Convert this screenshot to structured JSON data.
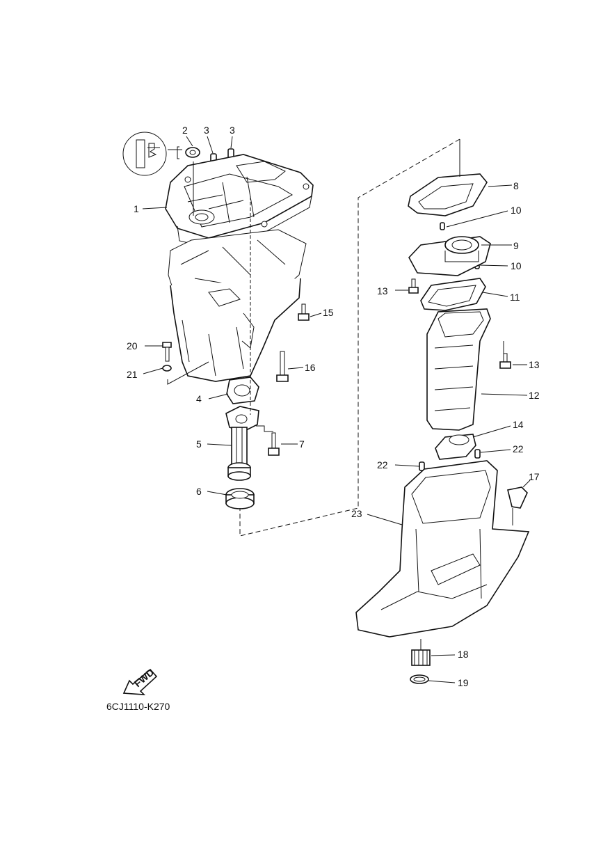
{
  "diagram": {
    "code": "6CJ1110-K270",
    "fwd_label": "FWD",
    "callouts": [
      {
        "id": "c1",
        "label": "1"
      },
      {
        "id": "c2",
        "label": "2"
      },
      {
        "id": "c3a",
        "label": "3"
      },
      {
        "id": "c3b",
        "label": "3"
      },
      {
        "id": "c4",
        "label": "4"
      },
      {
        "id": "c5",
        "label": "5"
      },
      {
        "id": "c6",
        "label": "6"
      },
      {
        "id": "c7",
        "label": "7"
      },
      {
        "id": "c8",
        "label": "8"
      },
      {
        "id": "c9",
        "label": "9"
      },
      {
        "id": "c10a",
        "label": "10"
      },
      {
        "id": "c10b",
        "label": "10"
      },
      {
        "id": "c11",
        "label": "11"
      },
      {
        "id": "c12",
        "label": "12"
      },
      {
        "id": "c13a",
        "label": "13"
      },
      {
        "id": "c13b",
        "label": "13"
      },
      {
        "id": "c14",
        "label": "14"
      },
      {
        "id": "c15",
        "label": "15"
      },
      {
        "id": "c16",
        "label": "16"
      },
      {
        "id": "c17",
        "label": "17"
      },
      {
        "id": "c18",
        "label": "18"
      },
      {
        "id": "c19",
        "label": "19"
      },
      {
        "id": "c20",
        "label": "20"
      },
      {
        "id": "c21",
        "label": "21"
      },
      {
        "id": "c22a",
        "label": "22"
      },
      {
        "id": "c22b",
        "label": "22"
      },
      {
        "id": "c23",
        "label": "23"
      }
    ]
  }
}
